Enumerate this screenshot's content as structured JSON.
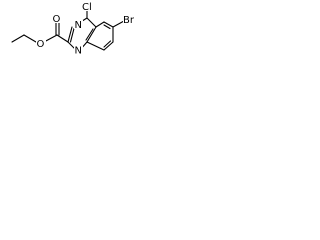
{
  "molecule": {
    "atoms": {
      "n1": "N",
      "n3": "N",
      "cl": "Cl",
      "br": "Br",
      "o_carbonyl": "O",
      "o_ester": "O"
    }
  },
  "colors": {
    "bond": "#000000",
    "label": "#000000",
    "background": "#ffffff"
  }
}
